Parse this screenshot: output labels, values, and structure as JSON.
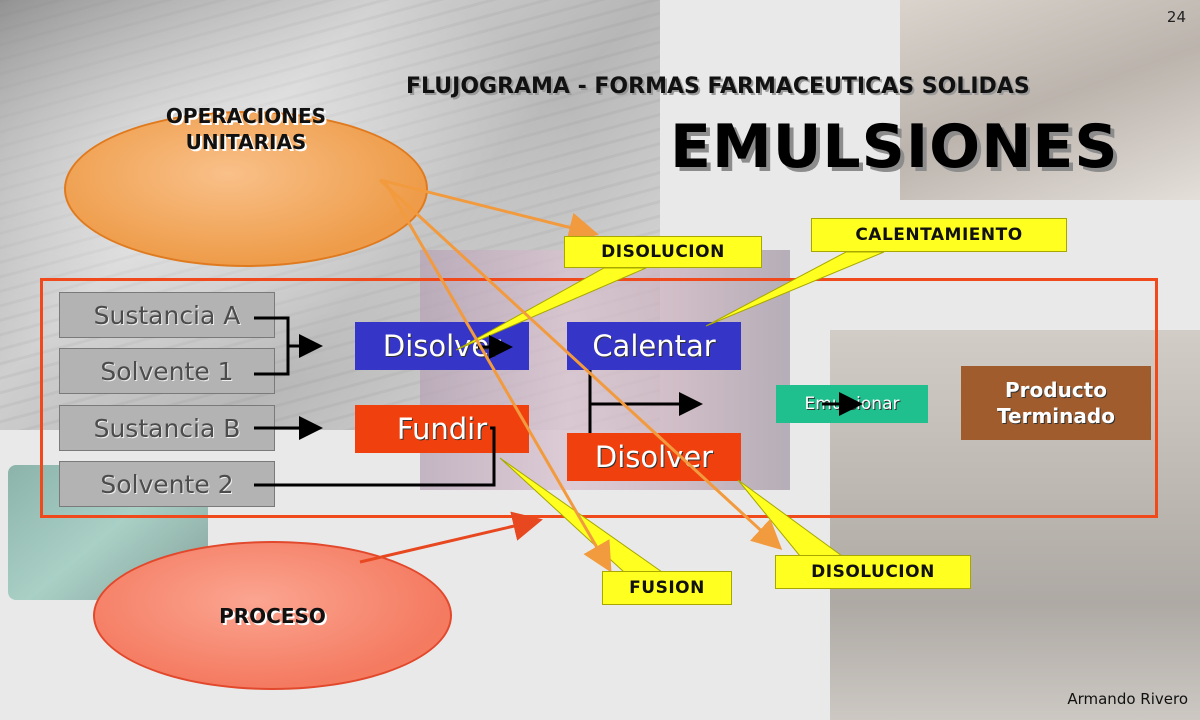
{
  "page": {
    "number": "24",
    "author": "Armando Rivero"
  },
  "header": {
    "title": "FLUJOGRAMA - FORMAS FARMACEUTICAS SOLIDAS",
    "subtitle": "EMULSIONES"
  },
  "legend": {
    "operaciones_line1": "OPERACIONES",
    "operaciones_line2": "UNITARIAS",
    "proceso": "PROCESO"
  },
  "inputs": [
    "Sustancia A",
    "Solvente 1",
    "Sustancia B",
    "Solvente 2"
  ],
  "steps": {
    "disolver_1": "Disolver",
    "fundir": "Fundir",
    "calentar": "Calentar",
    "disolver_2": "Disolver",
    "emulsionar": "Emulsionar",
    "producto_line1": "Producto",
    "producto_line2": "Terminado"
  },
  "callouts": {
    "disolucion_1": "DISOLUCION",
    "calentamiento": "CALENTAMIENTO",
    "fusion": "FUSION",
    "disolucion_2": "DISOLUCION"
  },
  "colors": {
    "process_blue": "#3535c8",
    "process_red": "#f0400e",
    "emulsionar_green": "#1fbf8e",
    "producto_brown": "#a05c2c",
    "callout_yellow": "#ffff20",
    "frame_red": "#f04a1c",
    "ellipse_orange": "#ee9c49",
    "ellipse_salmon": "#f47a60"
  }
}
